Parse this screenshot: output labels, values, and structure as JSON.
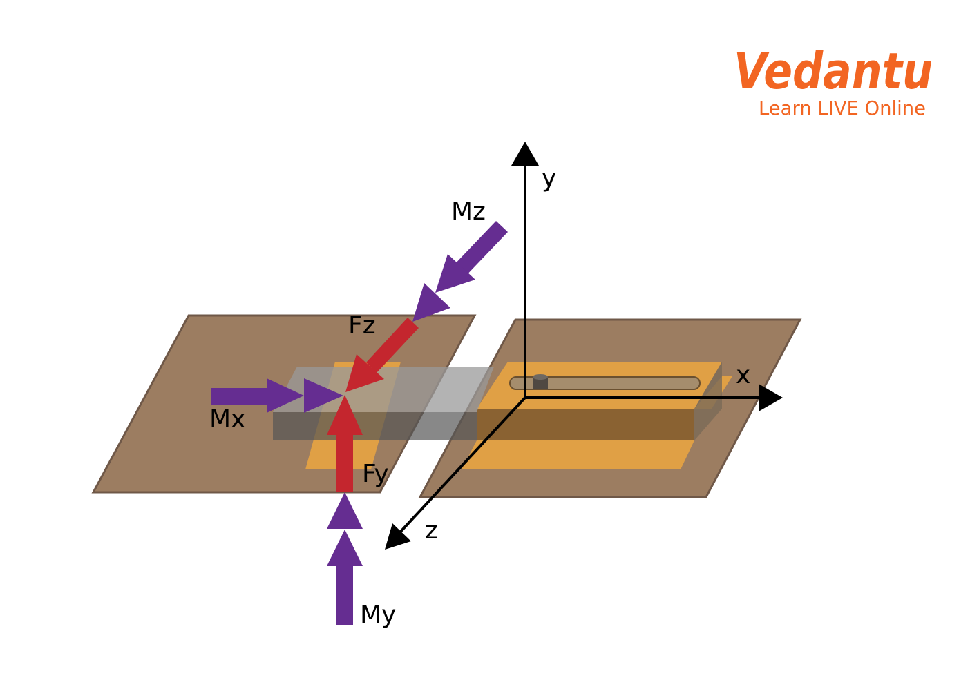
{
  "logo": {
    "brand": "Vedantu",
    "tagline": "Learn LIVE Online",
    "color": "#f26522"
  },
  "axes": {
    "x": "x",
    "y": "y",
    "z": "z"
  },
  "forces": {
    "fy": "Fy",
    "fz": "Fz",
    "force_color": "#c4262e"
  },
  "moments": {
    "mx": "Mx",
    "my": "My",
    "mz": "Mz",
    "moment_color": "#652d91"
  },
  "colors": {
    "plate": "#9c7d61",
    "pad": "#e0a045",
    "beam": "#888888"
  }
}
